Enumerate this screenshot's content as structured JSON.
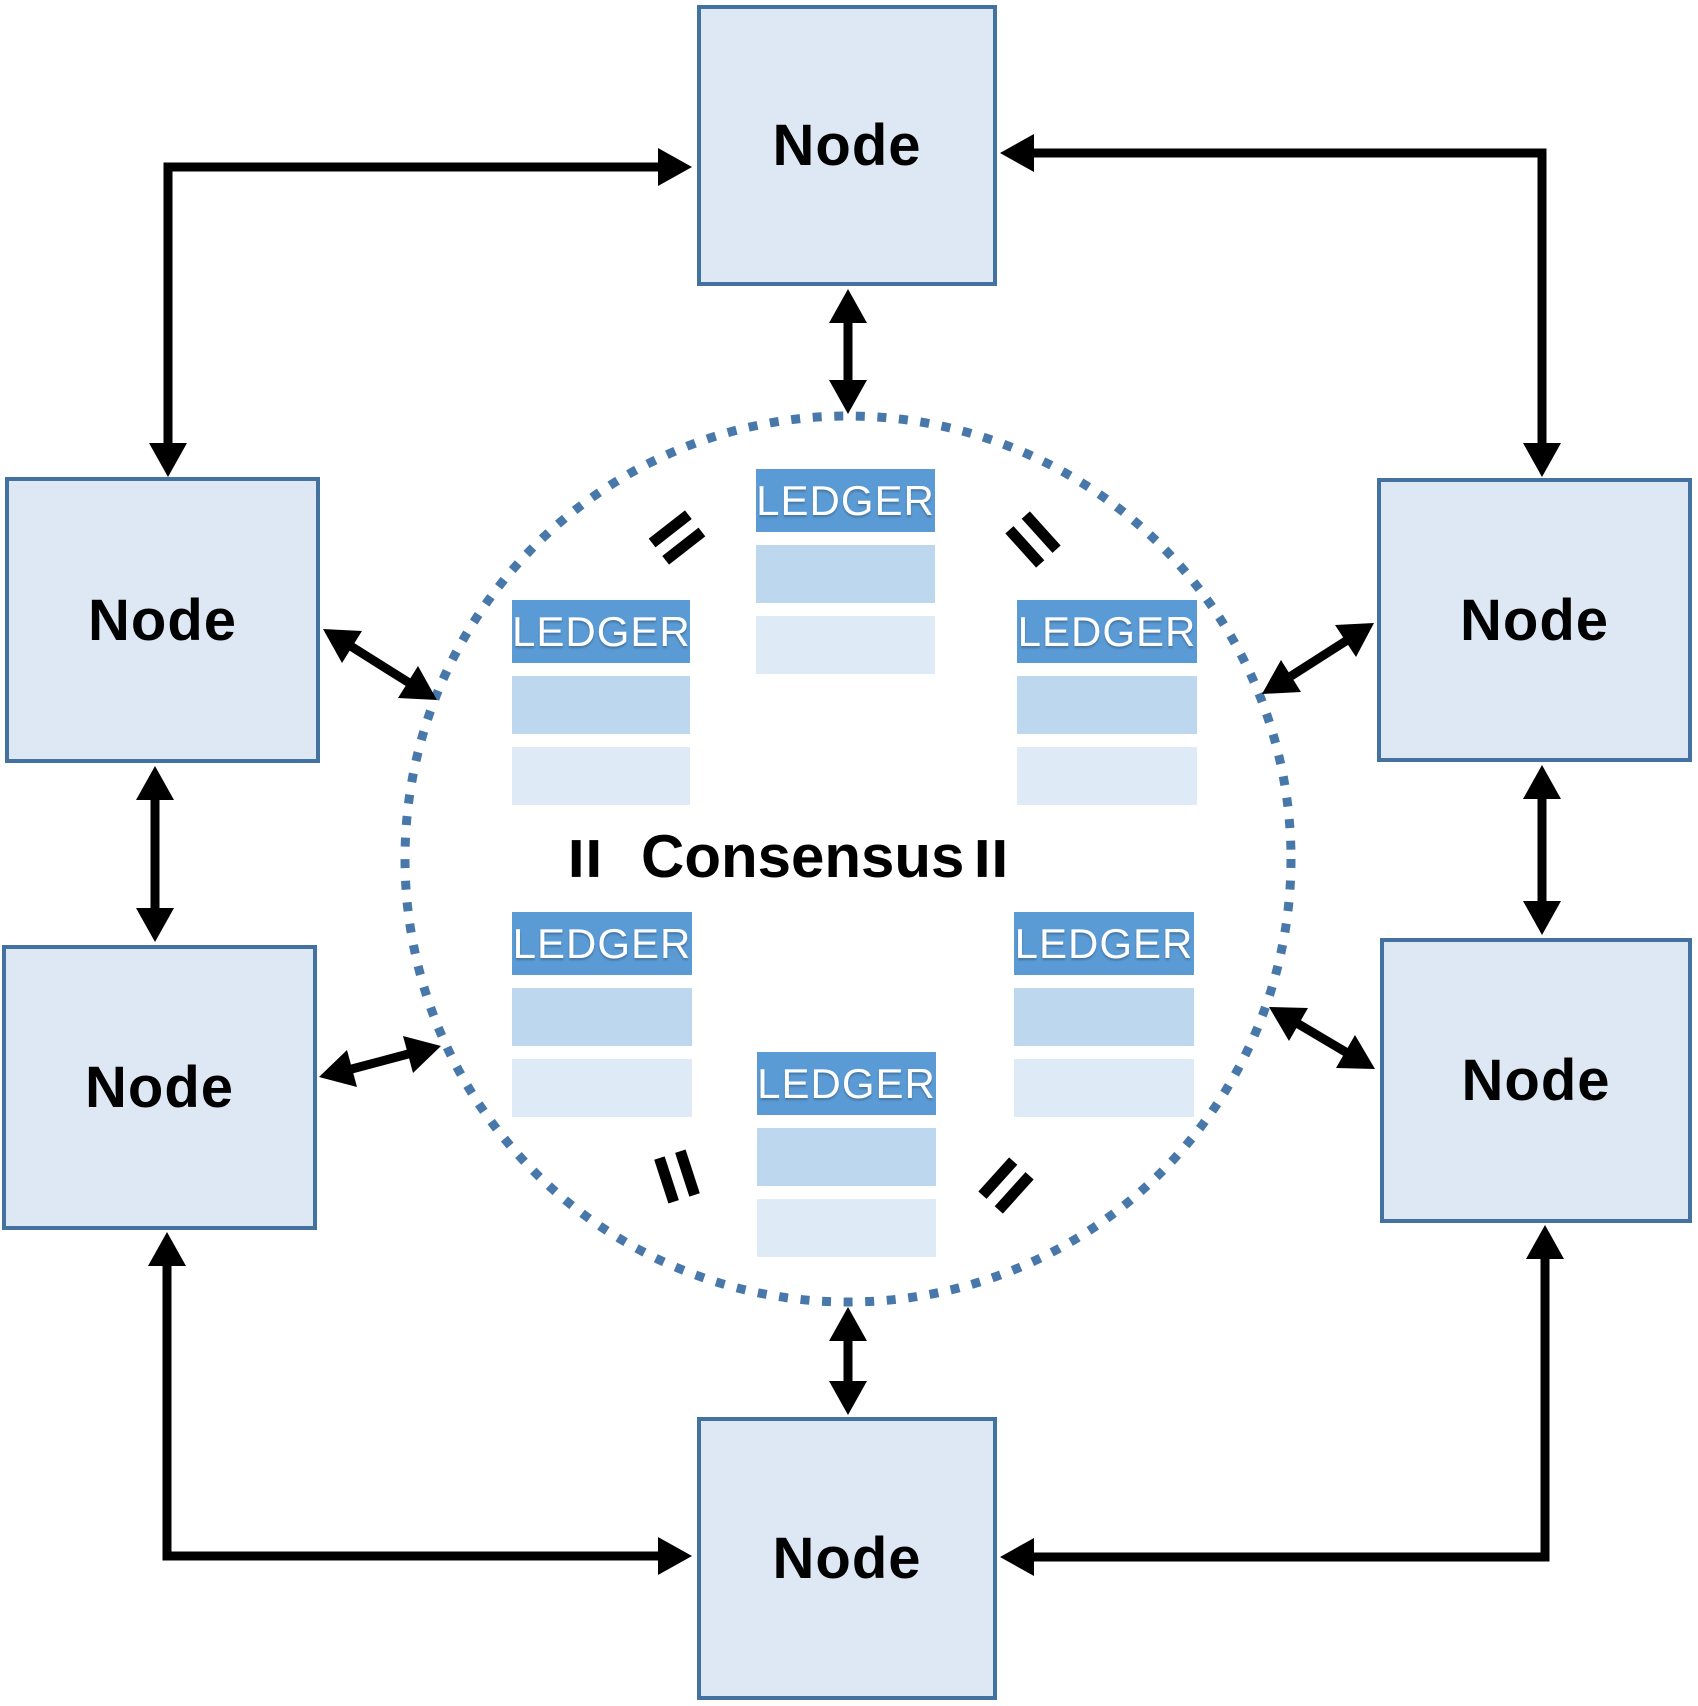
{
  "labels": {
    "node": "Node",
    "ledger": "LEDGER",
    "consensus": "Consensus"
  },
  "symbols": {
    "equals_sign": "=",
    "middle_equals_sign": "‖"
  },
  "structure": {
    "node_count": 6,
    "ledger_count": 6,
    "ledger_rows_per_table": 2,
    "equals_mark_count": 6,
    "circle_style": "dotted"
  },
  "colors": {
    "background": "#ffffff",
    "node_fill": "#dde8f4",
    "node_border": "#4472a0",
    "node_text": "#000000",
    "ledger_header": "#5b9bd5",
    "ledger_text": "#ffffff",
    "ledger_row_1": "#bdd7ee",
    "ledger_row_2": "#deebf7",
    "circle_dots": "#4878aa",
    "arrow": "#000000"
  }
}
